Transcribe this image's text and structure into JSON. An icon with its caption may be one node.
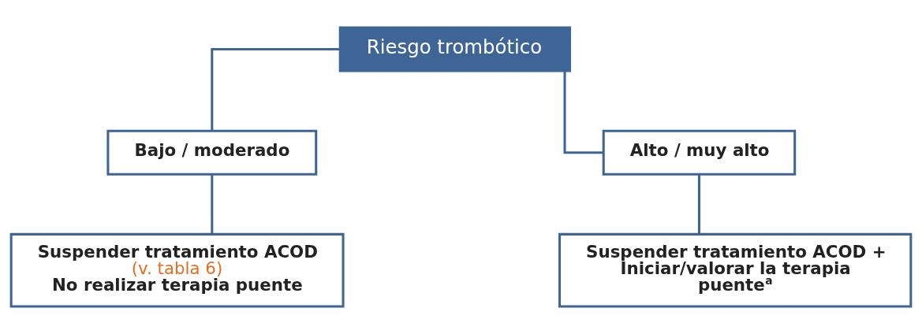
{
  "diagram": {
    "nodes": [
      {
        "text": [
          "Riesgo trombótico"
        ]
      },
      {
        "text": [
          "Bajo / moderado"
        ]
      },
      {
        "text": [
          "Alto / muy alto"
        ]
      },
      {
        "text": [
          "Suspender tratamiento ACOD",
          "(v. tabla 6)",
          "No realizar terapia puente"
        ]
      },
      {
        "text": [
          "Suspender tratamiento ACOD + Iniciar/valorar la terapia puente$^{a}$"
        ]
      }
    ],
    "edges": [
      {
        "from": 0,
        "to": 1,
        "arrow": "none"
      },
      {
        "from": 0,
        "to": 2,
        "arrow": "none"
      },
      {
        "from": 1,
        "to": 3,
        "arrow": "none"
      },
      {
        "from": 2,
        "to": 4,
        "arrow": "none"
      }
    ]
  }
}
